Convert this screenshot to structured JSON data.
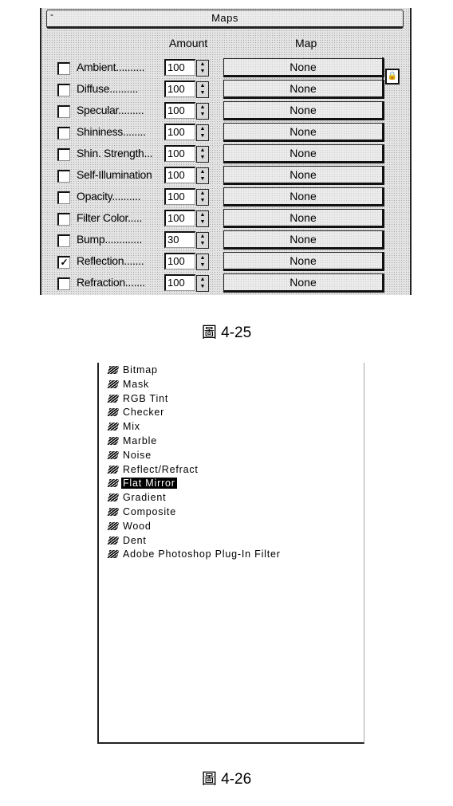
{
  "maps_panel": {
    "title": "Maps",
    "collapse_symbol": "-",
    "amount_header": "Amount",
    "map_header": "Map",
    "rows": [
      {
        "label": "Ambient..........",
        "checked": false,
        "amount": "100",
        "map": "None"
      },
      {
        "label": "Diffuse..........",
        "checked": false,
        "amount": "100",
        "map": "None"
      },
      {
        "label": "Specular.........",
        "checked": false,
        "amount": "100",
        "map": "None"
      },
      {
        "label": "Shininess........",
        "checked": false,
        "amount": "100",
        "map": "None"
      },
      {
        "label": "Shin. Strength...",
        "checked": false,
        "amount": "100",
        "map": "None"
      },
      {
        "label": "Self-Illumination",
        "checked": false,
        "amount": "100",
        "map": "None"
      },
      {
        "label": "Opacity..........",
        "checked": false,
        "amount": "100",
        "map": "None"
      },
      {
        "label": "Filter Color.....",
        "checked": false,
        "amount": "100",
        "map": "None"
      },
      {
        "label": "Bump.............",
        "checked": false,
        "amount": "30",
        "map": "None"
      },
      {
        "label": "Reflection.......",
        "checked": true,
        "amount": "100",
        "map": "None"
      },
      {
        "label": "Refraction.......",
        "checked": false,
        "amount": "100",
        "map": "None"
      }
    ],
    "lock_icon": "lock-icon",
    "spinner_icon": "spinner-arrows-icon",
    "check_mark": "✓"
  },
  "caption_1": "圖 4-25",
  "map_list": {
    "item_icon": "map-type-icon",
    "items": [
      {
        "label": "Bitmap",
        "selected": false
      },
      {
        "label": "Mask",
        "selected": false
      },
      {
        "label": "RGB Tint",
        "selected": false
      },
      {
        "label": "Checker",
        "selected": false
      },
      {
        "label": "Mix",
        "selected": false
      },
      {
        "label": "Marble",
        "selected": false
      },
      {
        "label": "Noise",
        "selected": false
      },
      {
        "label": "Reflect/Refract",
        "selected": false
      },
      {
        "label": "Flat Mirror",
        "selected": true
      },
      {
        "label": "Gradient",
        "selected": false
      },
      {
        "label": "Composite",
        "selected": false
      },
      {
        "label": "Wood",
        "selected": false
      },
      {
        "label": "Dent",
        "selected": false
      },
      {
        "label": "Adobe Photoshop Plug-In Filter",
        "selected": false
      }
    ]
  },
  "caption_2": "圖 4-26"
}
